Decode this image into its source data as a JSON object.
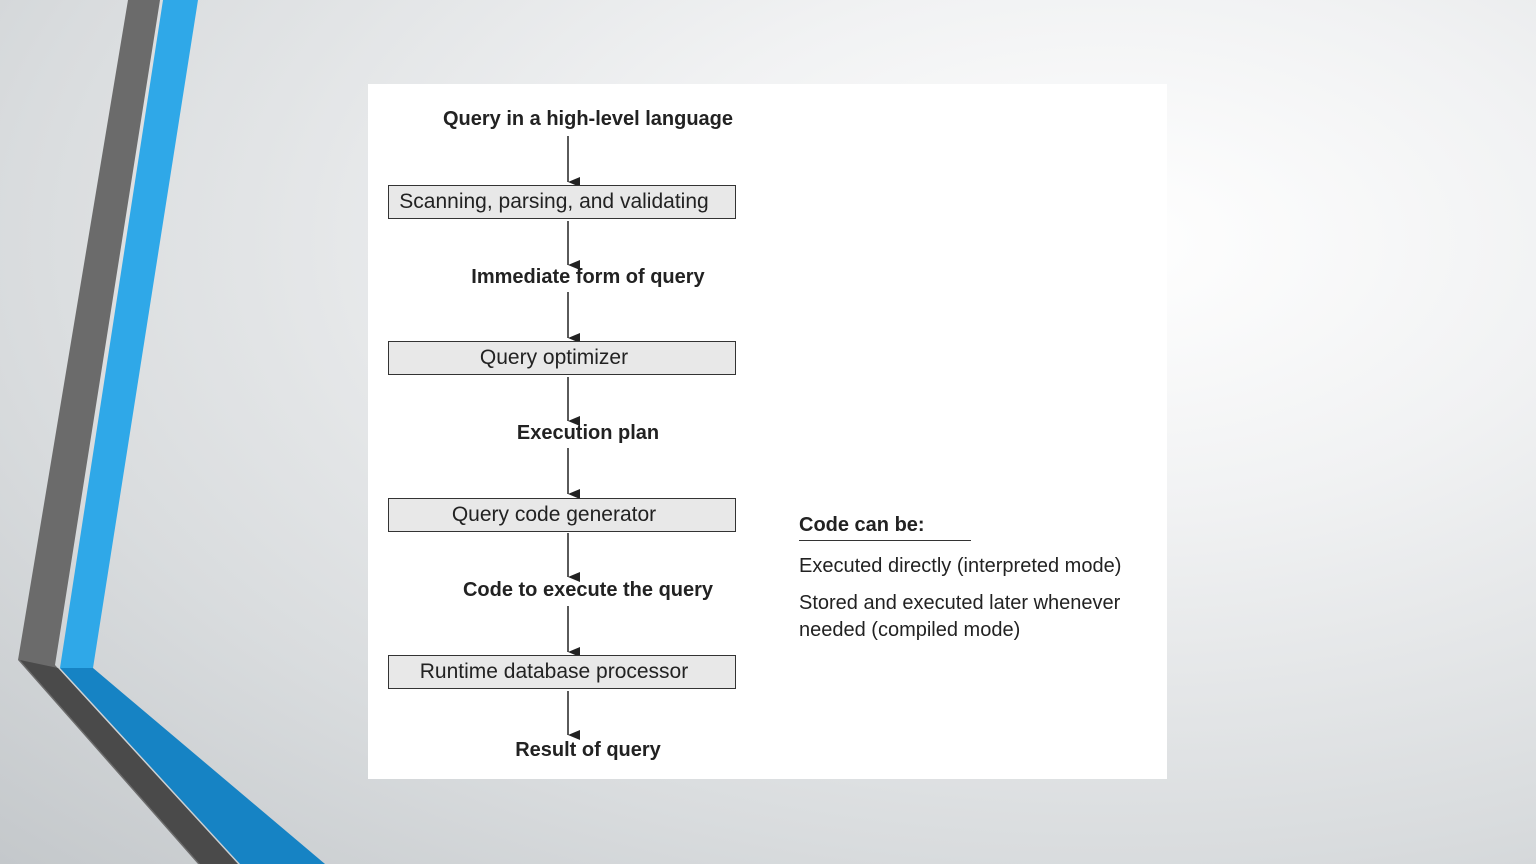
{
  "diagram": {
    "flow": [
      {
        "kind": "label",
        "text": "Query in a high-level language"
      },
      {
        "kind": "box",
        "text": "Scanning, parsing, and validating"
      },
      {
        "kind": "label",
        "text": "Immediate form of query"
      },
      {
        "kind": "box",
        "text": "Query optimizer"
      },
      {
        "kind": "label",
        "text": "Execution plan"
      },
      {
        "kind": "box",
        "text": "Query code generator"
      },
      {
        "kind": "label",
        "text": "Code to execute the query"
      },
      {
        "kind": "box",
        "text": "Runtime database processor"
      },
      {
        "kind": "label",
        "text": "Result of query"
      }
    ],
    "side_note": {
      "heading": "Code can be:",
      "items": [
        "Executed directly (interpreted mode)",
        "Stored and executed later whenever needed (compiled mode)"
      ]
    }
  },
  "colors": {
    "accent_blue": "#2fa8e8",
    "accent_dark_blue": "#1683c4",
    "accent_gray": "#6b6b6b",
    "box_fill": "#e8e8e8"
  }
}
